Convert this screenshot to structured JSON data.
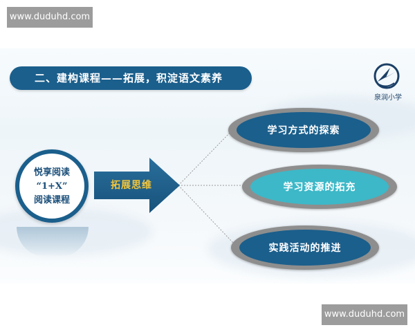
{
  "watermark_top": "www.duduhd.com",
  "watermark_bottom": "www.duduhd.com",
  "slide": {
    "title": "二、建构课程——拓展，积淀语文素养",
    "logo_text": "泉润小学",
    "center": {
      "line1": "悦享阅读",
      "line2": "“1+X”",
      "line3": "阅读课程"
    },
    "arrow_label": "拓展思维",
    "branches": [
      "学习方式的探索",
      "学习资源的拓充",
      "实践活动的推进"
    ]
  },
  "colors": {
    "navy": "#1b5f8c",
    "teal": "#3cb8c8",
    "gold": "#f2c53b",
    "grey_back": "#8e8e8e"
  }
}
